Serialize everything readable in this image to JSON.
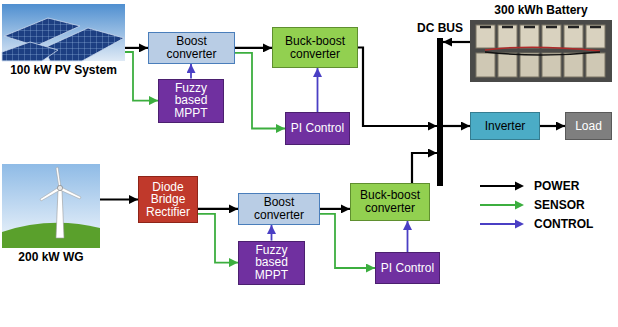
{
  "diagram": {
    "nodes": [
      {
        "text": [
          "100 kW PV System"
        ]
      },
      {
        "text": [
          "Boost converter"
        ]
      },
      {
        "text": [
          "Buck-boost converter"
        ]
      },
      {
        "text": [
          "DC BUS"
        ]
      },
      {
        "text": [
          "300 kWh Battery"
        ]
      },
      {
        "text": [
          "Fuzzy based MPPT"
        ]
      },
      {
        "text": [
          "PI Control"
        ]
      },
      {
        "text": [
          "Inverter"
        ]
      },
      {
        "text": [
          "Load"
        ]
      },
      {
        "text": [
          "200 kW WG"
        ]
      },
      {
        "text": [
          "Diode Bridge Rectifier"
        ]
      },
      {
        "text": [
          "Boost converter"
        ]
      },
      {
        "text": [
          "Buck-boost converter"
        ]
      },
      {
        "text": [
          "Fuzzy based MPPT"
        ]
      },
      {
        "text": [
          "PI Control"
        ]
      }
    ],
    "edges": [
      {
        "from": 0,
        "to": 1,
        "arrow": "to"
      },
      {
        "from": 1,
        "to": 2,
        "arrow": "to"
      },
      {
        "from": 2,
        "to": 3,
        "arrow": "to"
      },
      {
        "from": 4,
        "to": 3,
        "arrow": "to"
      },
      {
        "from": 3,
        "to": 7,
        "arrow": "to"
      },
      {
        "from": 7,
        "to": 8,
        "arrow": "to"
      },
      {
        "from": 9,
        "to": 10,
        "arrow": "to"
      },
      {
        "from": 10,
        "to": 11,
        "arrow": "to"
      },
      {
        "from": 11,
        "to": 12,
        "arrow": "to"
      },
      {
        "from": 12,
        "to": 3,
        "arrow": "to"
      },
      {
        "from": 0,
        "to": 5,
        "arrow": "to"
      },
      {
        "from": 1,
        "to": 6,
        "arrow": "to"
      },
      {
        "from": 10,
        "to": 13,
        "arrow": "to"
      },
      {
        "from": 11,
        "to": 14,
        "arrow": "to"
      },
      {
        "from": 5,
        "to": 1,
        "arrow": "to"
      },
      {
        "from": 6,
        "to": 2,
        "arrow": "to"
      },
      {
        "from": 13,
        "to": 11,
        "arrow": "to"
      },
      {
        "from": 14,
        "to": 12,
        "arrow": "to"
      }
    ],
    "legend": [
      {
        "text": "POWER"
      },
      {
        "text": "SENSOR"
      },
      {
        "text": "CONTROL"
      }
    ]
  }
}
